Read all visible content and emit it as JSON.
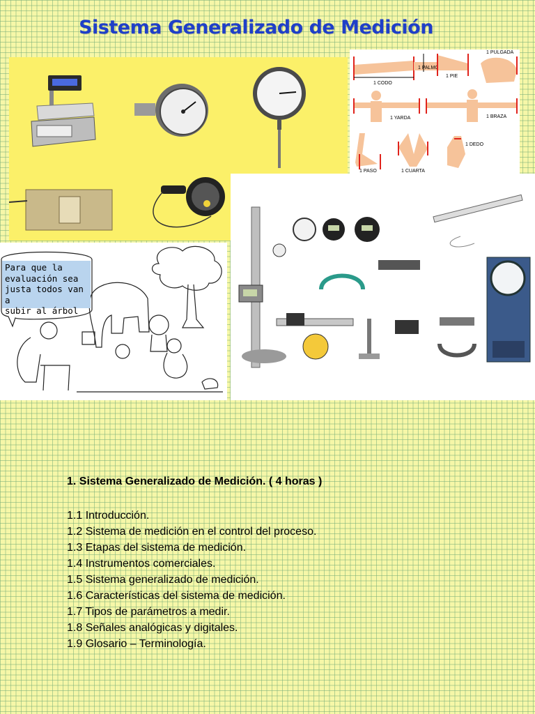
{
  "page": {
    "title": "Sistema Generalizado de Medición"
  },
  "body_units": {
    "labels": [
      "1 PULGADA",
      "1 PALMO",
      "1 CODO",
      "1 PIE",
      "1 YARDA",
      "1 BRAZA",
      "1 DEDO",
      "1 PASO",
      "1 CUARTA"
    ]
  },
  "cartoon": {
    "speech": "Para que la\nevaluación sea\njusta todos van a\nsubir al árbol"
  },
  "syllabus": {
    "heading": "1. Sistema Generalizado de Medición. ( 4 horas )",
    "items": [
      "1.1 Introducción.",
      "1.2 Sistema de medición en el control del proceso.",
      "1.3 Etapas del sistema de medición.",
      "1.4 Instrumentos comerciales.",
      "1.5 Sistema generalizado de medición.",
      "1.6 Características del sistema de medición.",
      "1.7 Tipos de parámetros a medir.",
      "1.8 Señales analógicas y digitales.",
      "1.9 Glosario – Terminología."
    ]
  },
  "colors": {
    "title": "#1f3fc8",
    "background": "#f6f7a8",
    "grid": "#78af78",
    "instrument_panel": "#fbf069",
    "speech_bubble": "#b9d4ee",
    "measure_mark": "#e0231c"
  }
}
